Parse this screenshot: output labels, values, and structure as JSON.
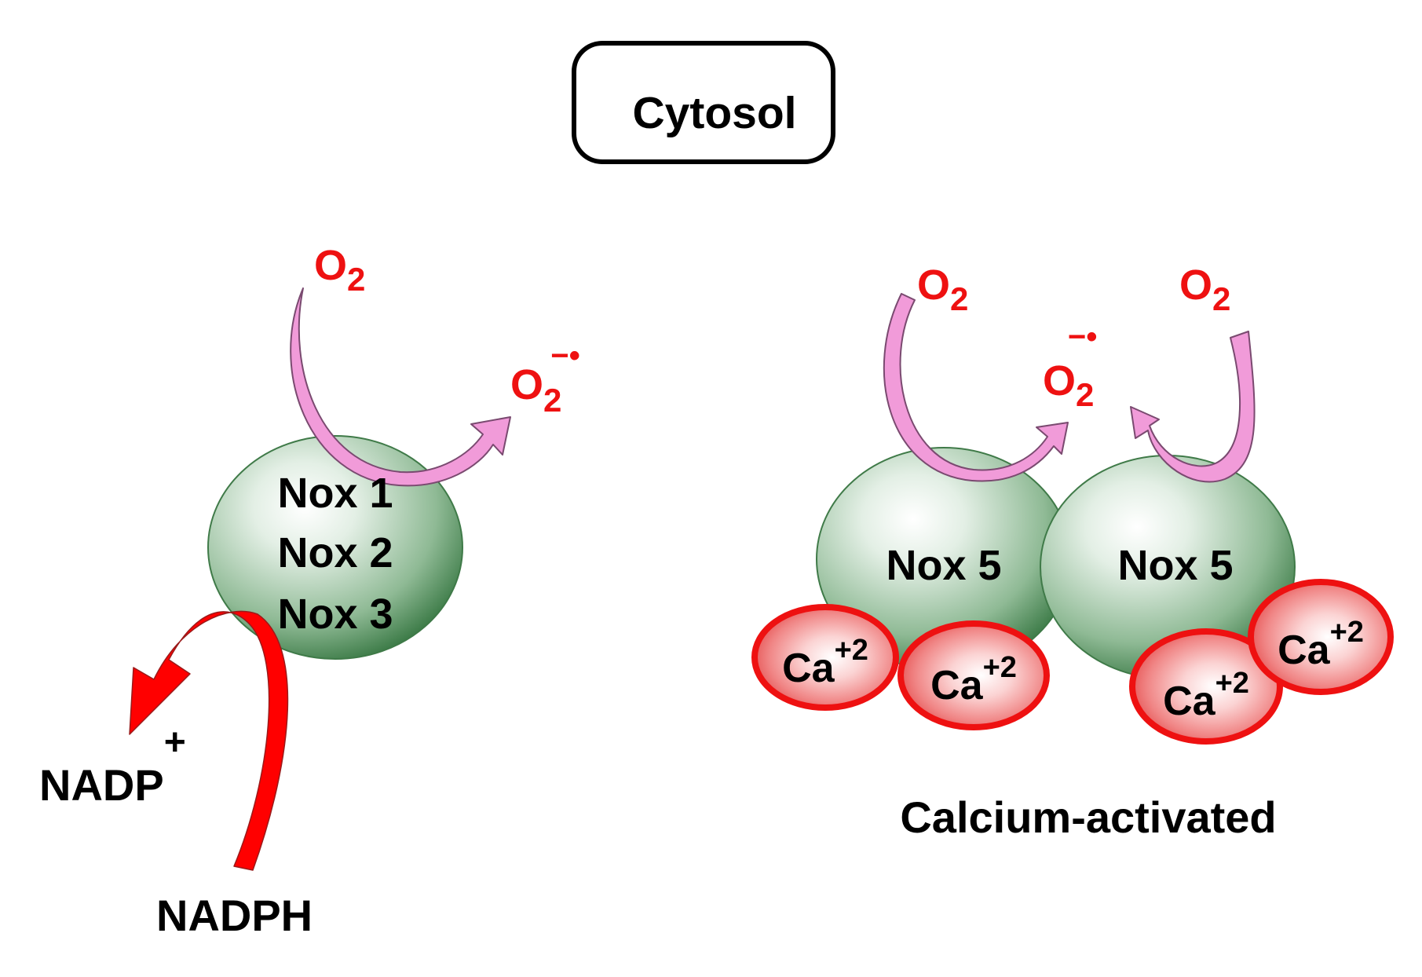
{
  "header": {
    "title": "Cytosol"
  },
  "left_complex": {
    "enzymes": [
      "Nox 1",
      "Nox 2",
      "Nox 3"
    ],
    "substrate": {
      "base": "O",
      "subscript": "2"
    },
    "product": {
      "base": "O",
      "subscript": "2",
      "superscript": "−•"
    },
    "cofactor_in": "NADPH",
    "cofactor_out": {
      "base": "NADP",
      "superscript": "+"
    }
  },
  "right_complex": {
    "enzymes": [
      "Nox 5",
      "Nox 5"
    ],
    "substrate_left": {
      "base": "O",
      "subscript": "2"
    },
    "substrate_right": {
      "base": "O",
      "subscript": "2"
    },
    "product": {
      "base": "O",
      "subscript": "2",
      "superscript": "−•"
    },
    "calcium": [
      {
        "base": "Ca",
        "superscript": "+2"
      },
      {
        "base": "Ca",
        "superscript": "+2"
      },
      {
        "base": "Ca",
        "superscript": "+2"
      },
      {
        "base": "Ca",
        "superscript": "+2"
      }
    ],
    "caption": "Calcium-activated"
  },
  "colors": {
    "enzyme_green": "#5f9a68",
    "enzyme_green_dark": "#2f6b3a",
    "calcium_red": "#ee1111",
    "oxygen_text": "#ee1111",
    "oxygen_arrow": "#f19bd9",
    "nadph_arrow": "#ff0000"
  }
}
